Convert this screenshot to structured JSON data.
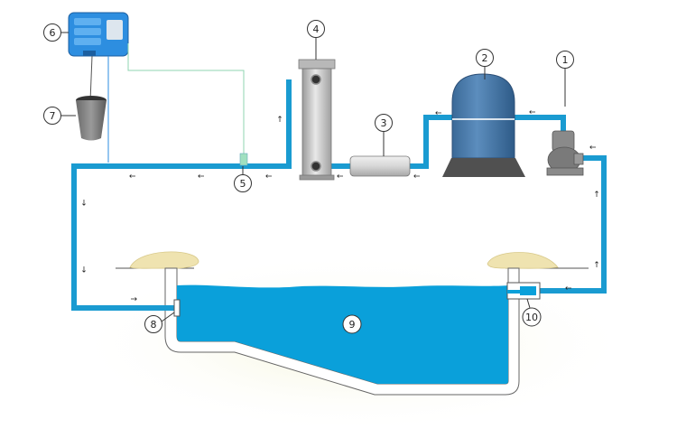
{
  "labels": {
    "n1": "1",
    "n2": "2",
    "n3": "3",
    "n4": "4",
    "n5": "5",
    "n6": "6",
    "n7": "7",
    "n8": "8",
    "n9": "9",
    "n10": "10"
  },
  "colors": {
    "pipe": "#1a9bd1",
    "water": "#0aa0da",
    "filter_tank": "#4878a8",
    "pump": "#7a7a7a",
    "uv_column": "#c8c8c8",
    "controller": "#2d8ee0",
    "sensor_line": "#8fd4b0",
    "sand": "#efe3b0"
  },
  "arrow_glyph": "↑"
}
